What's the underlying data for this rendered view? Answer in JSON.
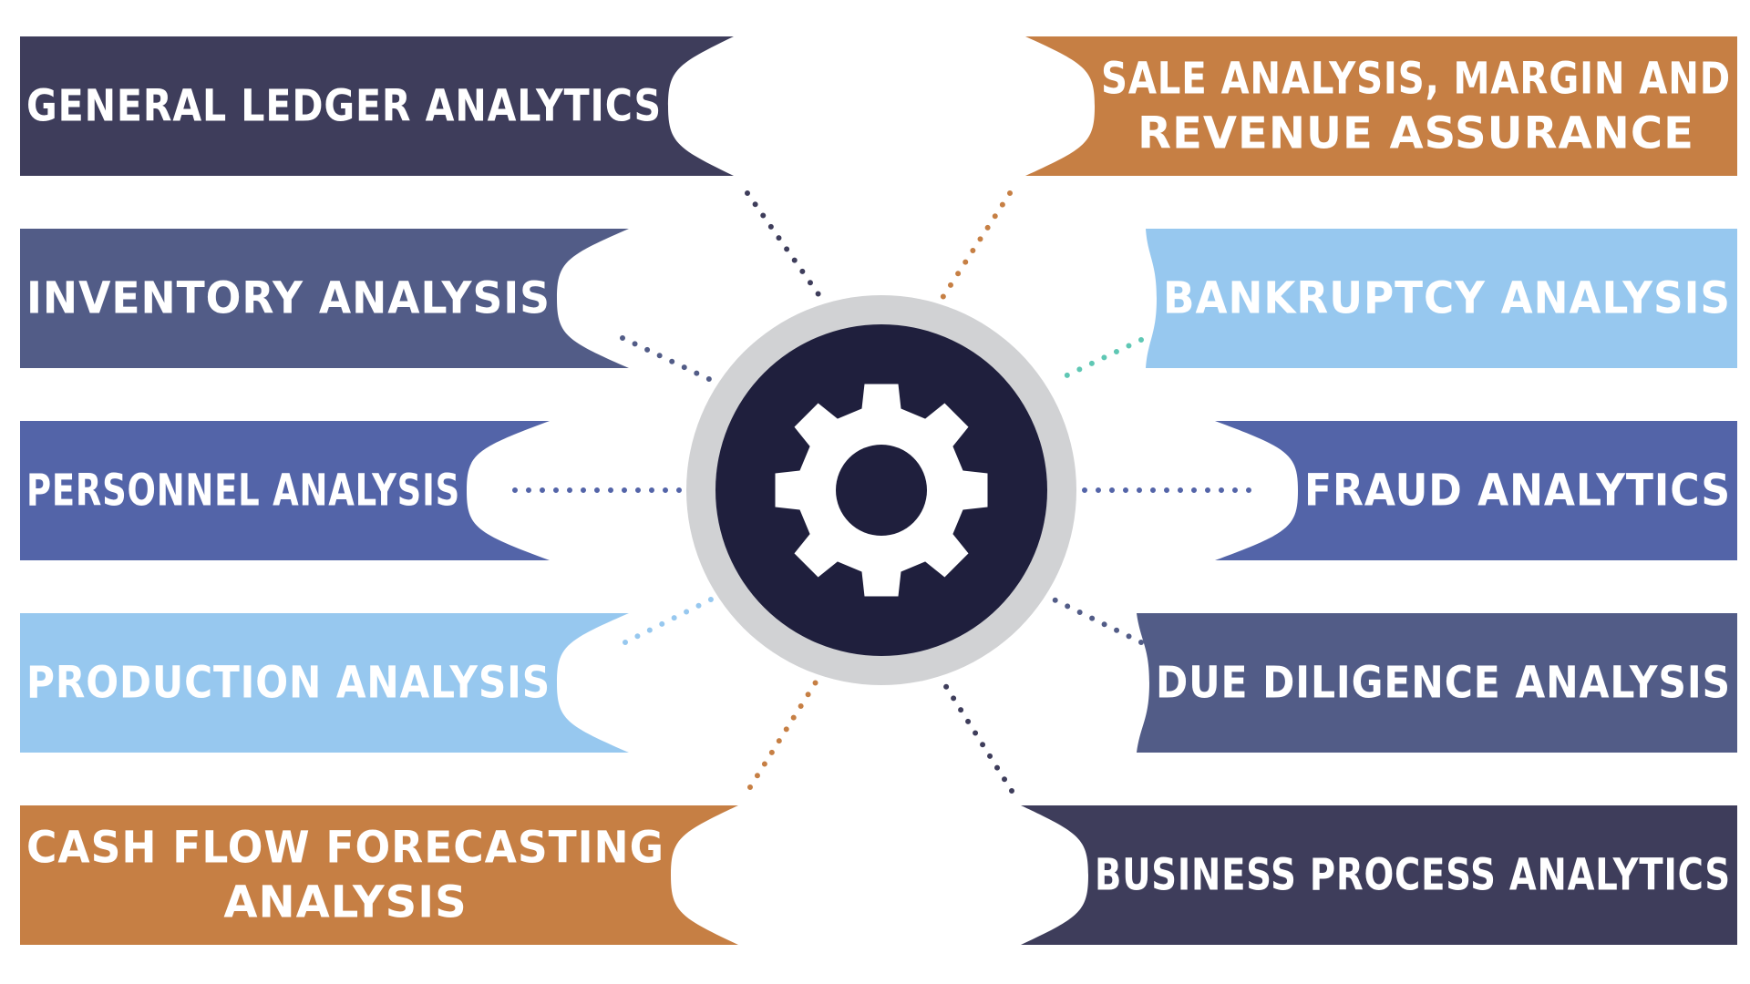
{
  "center": {
    "icon": "gear-icon",
    "ring_color": "#d1d2d4",
    "disc_color": "#1f1f3d",
    "gear_color": "#ffffff"
  },
  "boxes": [
    {
      "id": "general-ledger-analytics",
      "side": "left",
      "lines": [
        "GENERAL LEDGER ANALYTICS"
      ],
      "color": "#3e3d5b",
      "dot_color": "#3e3d5b"
    },
    {
      "id": "inventory-analysis",
      "side": "left",
      "lines": [
        "INVENTORY ANALYSIS"
      ],
      "color": "#525c87",
      "dot_color": "#525c87"
    },
    {
      "id": "personnel-analysis",
      "side": "left",
      "lines": [
        "PERSONNEL ANALYSIS"
      ],
      "color": "#5364a8",
      "dot_color": "#5364a8"
    },
    {
      "id": "production-analysis",
      "side": "left",
      "lines": [
        "PRODUCTION ANALYSIS"
      ],
      "color": "#97c8ef",
      "dot_color": "#97c8ef"
    },
    {
      "id": "cash-flow-forecasting",
      "side": "left",
      "lines": [
        "CASH FLOW FORECASTING",
        "ANALYSIS"
      ],
      "color": "#c67f44",
      "dot_color": "#c67f44"
    },
    {
      "id": "sale-analysis",
      "side": "right",
      "lines": [
        "SALE ANALYSIS, MARGIN AND",
        "REVENUE ASSURANCE"
      ],
      "color": "#c67f44",
      "dot_color": "#c67f44"
    },
    {
      "id": "bankruptcy-analysis",
      "side": "right",
      "lines": [
        "BANKRUPTCY ANALYSIS"
      ],
      "color": "#97c8ef",
      "dot_color": "#5fc7b4"
    },
    {
      "id": "fraud-analytics",
      "side": "right",
      "lines": [
        "FRAUD ANALYTICS"
      ],
      "color": "#5364a8",
      "dot_color": "#5364a8"
    },
    {
      "id": "due-diligence-analysis",
      "side": "right",
      "lines": [
        "DUE DILIGENCE ANALYSIS"
      ],
      "color": "#525c87",
      "dot_color": "#525c87"
    },
    {
      "id": "business-process-analytics",
      "side": "right",
      "lines": [
        "BUSINESS PROCESS ANALYTICS"
      ],
      "color": "#3e3d5b",
      "dot_color": "#3e3d5b"
    }
  ]
}
